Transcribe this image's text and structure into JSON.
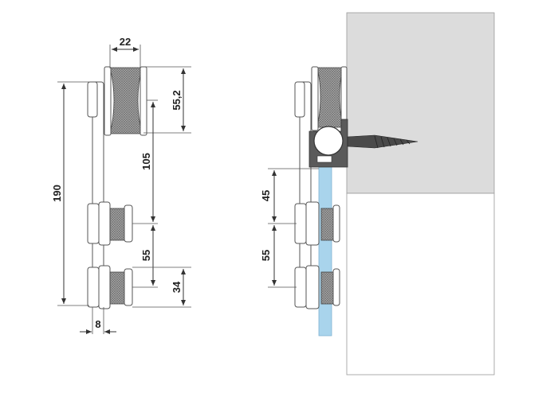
{
  "diagram": {
    "left_view": {
      "dimensions": {
        "width_top": "22",
        "height_wheel": "55,2",
        "total_height": "190",
        "spacing_upper": "105",
        "spacing_lower": "55",
        "bottom_roller": "34",
        "plate_thickness": "8"
      }
    },
    "right_view": {
      "dimensions": {
        "offset_upper": "45",
        "spacing_lower": "55"
      }
    },
    "colors": {
      "wall": "#dcdcdc",
      "glass": "#a9d4ec",
      "rail": "#5a5a5a",
      "knurl": "#9a9a9a"
    }
  }
}
